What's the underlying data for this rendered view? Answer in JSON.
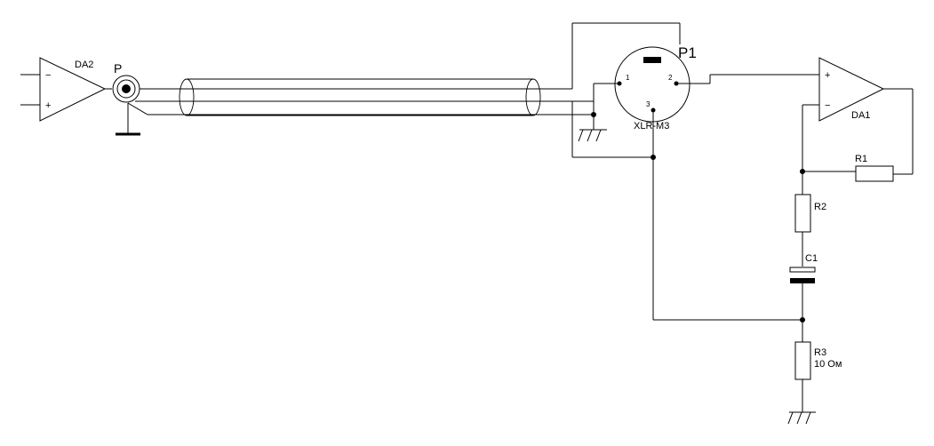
{
  "components": {
    "da2": {
      "label": "DA2",
      "minus": "−",
      "plus": "+"
    },
    "jack": {
      "label": "P"
    },
    "xlr": {
      "ref": "P1",
      "type": "XLR-M3",
      "pin1": "1",
      "pin2": "2",
      "pin3": "3"
    },
    "da1": {
      "label": "DA1",
      "plus": "+",
      "minus": "−"
    },
    "r1": {
      "label": "R1"
    },
    "r2": {
      "label": "R2"
    },
    "c1": {
      "label": "C1"
    },
    "r3": {
      "label": "R3",
      "value": "10 Ом"
    }
  }
}
